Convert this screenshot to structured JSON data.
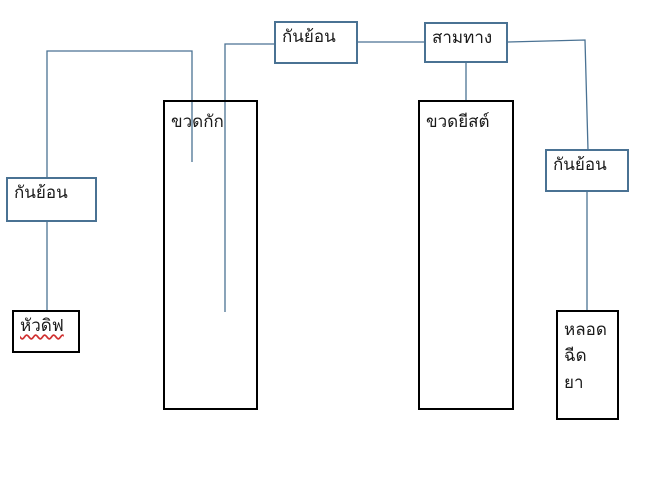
{
  "diagram": {
    "bottle_left_label": "ขวดกัก",
    "bottle_right_label": "ขวดยีสต์",
    "check_valve_top_label": "กันย้อน",
    "check_valve_left_label": "กันย้อน",
    "check_valve_right_label": "กันย้อน",
    "three_way_label": "สามทาง",
    "dip_head_label": "หัวดิฟ",
    "syringe_label_lines": [
      "หลอด",
      "ฉีด",
      "ยา"
    ]
  },
  "colors": {
    "connector": "#4a7293",
    "box_border_blue": "#4a7293",
    "box_border_black": "#000000"
  }
}
